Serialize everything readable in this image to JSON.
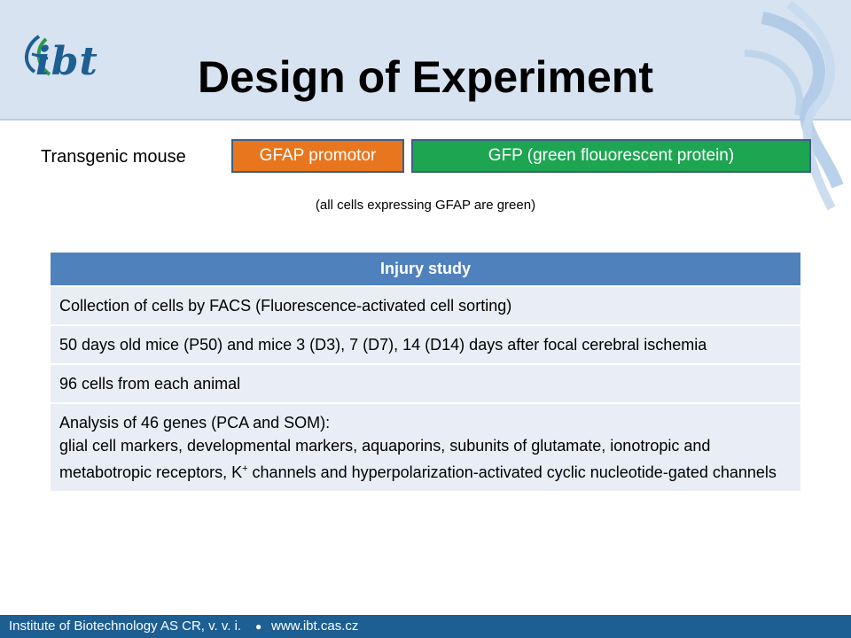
{
  "slide": {
    "title": "Design of Experiment",
    "logo_text": "ibt"
  },
  "construct": {
    "subject_label": "Transgenic mouse",
    "promoter_label": "GFAP promotor",
    "reporter_label": "GFP (green flouorescent protein)",
    "note": "(all cells expressing GFAP are green)"
  },
  "table": {
    "header": "Injury study",
    "rows": [
      "Collection of cells by FACS (Fluorescence-activated cell sorting)",
      "50 days old mice (P50) and mice 3 (D3), 7 (D7), 14 (D14) days after focal cerebral ischemia",
      "96 cells from each animal"
    ],
    "last_row": {
      "line1": "Analysis of 46 genes (PCA and SOM):",
      "line2a": "glial cell markers, developmental markers, aquaporins, subunits of glutamate, ionotropic and metabotropic receptors, K",
      "superscript": "+",
      "line2b": " channels and hyperpolarization-activated cyclic nucleotide-gated channels"
    }
  },
  "footer": {
    "institute": "Institute of Biotechnology AS CR, v. v. i.",
    "separator": "●",
    "website": "www.ibt.cas.cz"
  },
  "colors": {
    "header_band": "#d7e3f1",
    "table_header": "#4f81bd",
    "table_row": "#e9edf6",
    "promoter_box": "#e8761e",
    "reporter_box": "#1ea552",
    "footer": "#1d5e93"
  }
}
